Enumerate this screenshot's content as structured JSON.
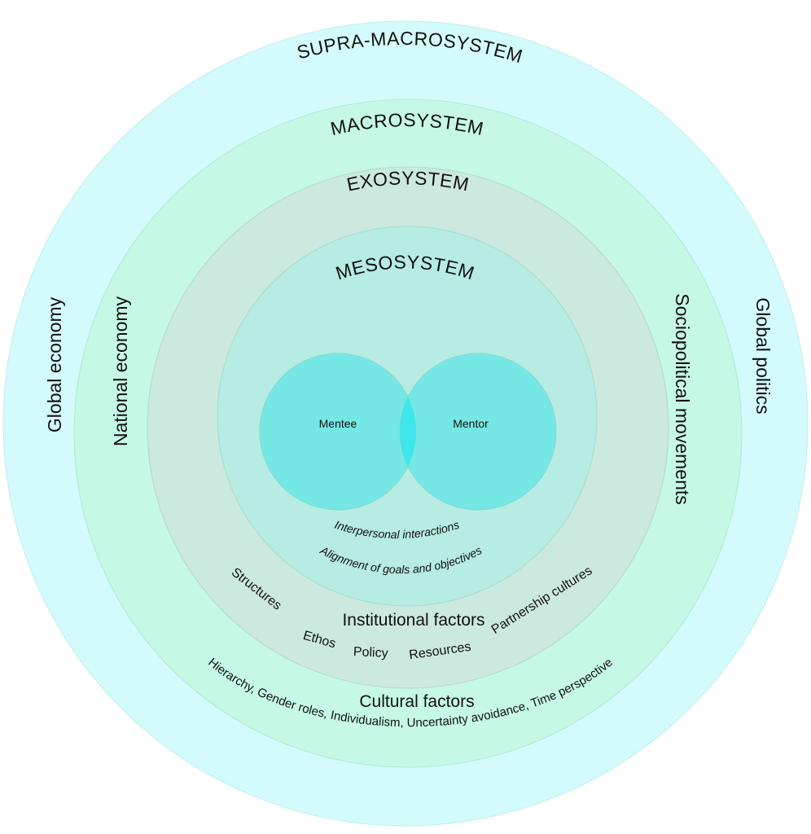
{
  "layers": {
    "supra": {
      "title": "SUPRA-MACROSYSTEM",
      "left": "Global economy",
      "right": "Global politics",
      "color": "#d4fbfb"
    },
    "macro": {
      "title": "MACROSYSTEM",
      "left": "National economy",
      "right": "Sociopolitical movements",
      "color": "#c6f8e6"
    },
    "exo": {
      "title": "EXOSYSTEM",
      "color": "#cce9df"
    },
    "meso": {
      "title": "MESOSYSTEM",
      "color": "#b6ece2"
    }
  },
  "venn": {
    "left": "Mentee",
    "right": "Mentor",
    "color": "#6ee8e6",
    "overlap_color": "#3fe6ea"
  },
  "meso_items": [
    "Interpersonal interactions",
    "Alignment of goals and objectives"
  ],
  "institutional": {
    "title": "Institutional factors",
    "items": [
      "Structures",
      "Ethos",
      "Policy",
      "Resources",
      "Partnership cultures"
    ]
  },
  "cultural": {
    "title": "Cultural factors",
    "items": "Hierarchy, Gender roles, Individualism, Uncertainty avoidance, Time perspective"
  }
}
